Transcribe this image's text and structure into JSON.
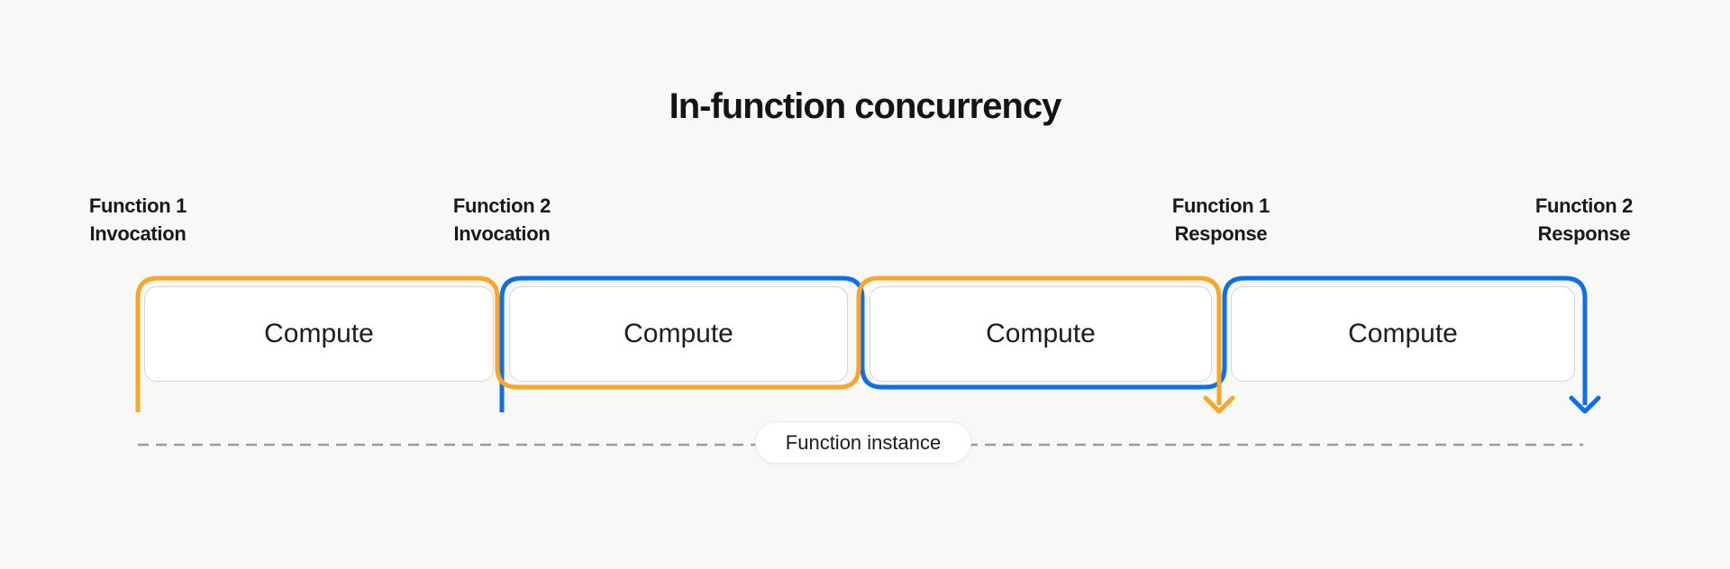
{
  "title": "In-function concurrency",
  "markers": [
    {
      "line1": "Function 1",
      "line2": "Invocation"
    },
    {
      "line1": "Function 2",
      "line2": "Invocation"
    },
    {
      "line1": "Function 1",
      "line2": "Response"
    },
    {
      "line1": "Function 2",
      "line2": "Response"
    }
  ],
  "boxes": [
    {
      "label": "Compute"
    },
    {
      "label": "Compute"
    },
    {
      "label": "Compute"
    },
    {
      "label": "Compute"
    }
  ],
  "instance_pill": {
    "label": "Function instance"
  },
  "colors": {
    "function1": "#F9A62B",
    "function2": "#0E6FEB",
    "background": "#F8F8F6",
    "dashed_line": "#9B9B99",
    "box_border": "#D6D6D4",
    "text": "#161616"
  }
}
